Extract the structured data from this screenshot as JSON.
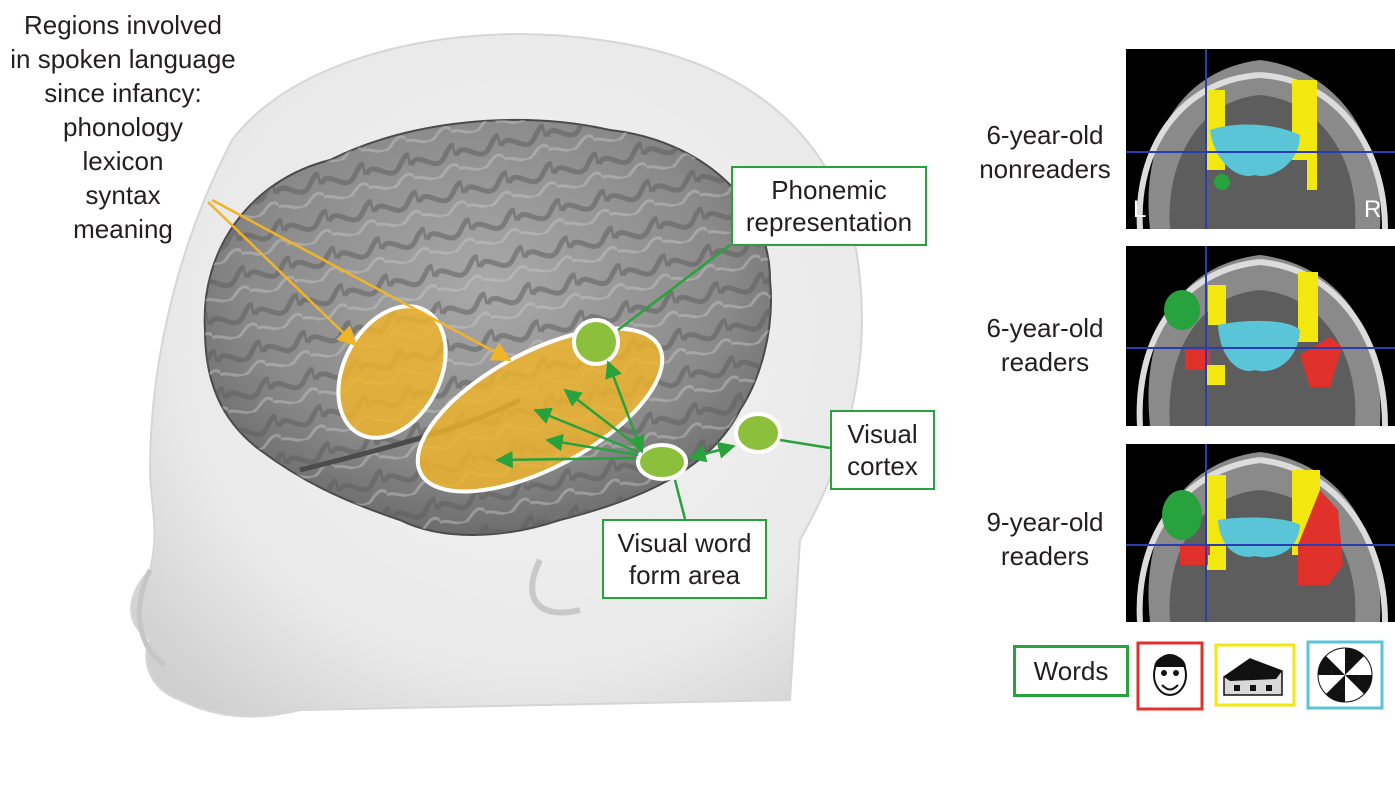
{
  "language_regions": {
    "lines": [
      "Regions involved",
      "in spoken language",
      "since infancy:",
      "phonology",
      "lexicon",
      "syntax",
      "meaning"
    ]
  },
  "labels": {
    "phonemic": [
      "Phonemic",
      "representation"
    ],
    "visual_cortex": [
      "Visual",
      "cortex"
    ],
    "vwfa": [
      "Visual word",
      "form area"
    ]
  },
  "rows": [
    {
      "line1": "6-year-old",
      "line2": "nonreaders"
    },
    {
      "line1": "6-year-old",
      "line2": "readers"
    },
    {
      "line1": "9-year-old",
      "line2": "readers"
    }
  ],
  "orientation": {
    "left": "L",
    "right": "R"
  },
  "legend": {
    "words": "Words",
    "faces_color": "#e0322b",
    "houses_color": "#f2e70f",
    "checkerboards_color": "#5bc5d8",
    "words_color": "#27a23c"
  },
  "colors": {
    "language_region": "#f0b429",
    "word_regions": "#8bbf3c",
    "connector_green": "#27a23c",
    "connector_orange": "#f0b429"
  }
}
